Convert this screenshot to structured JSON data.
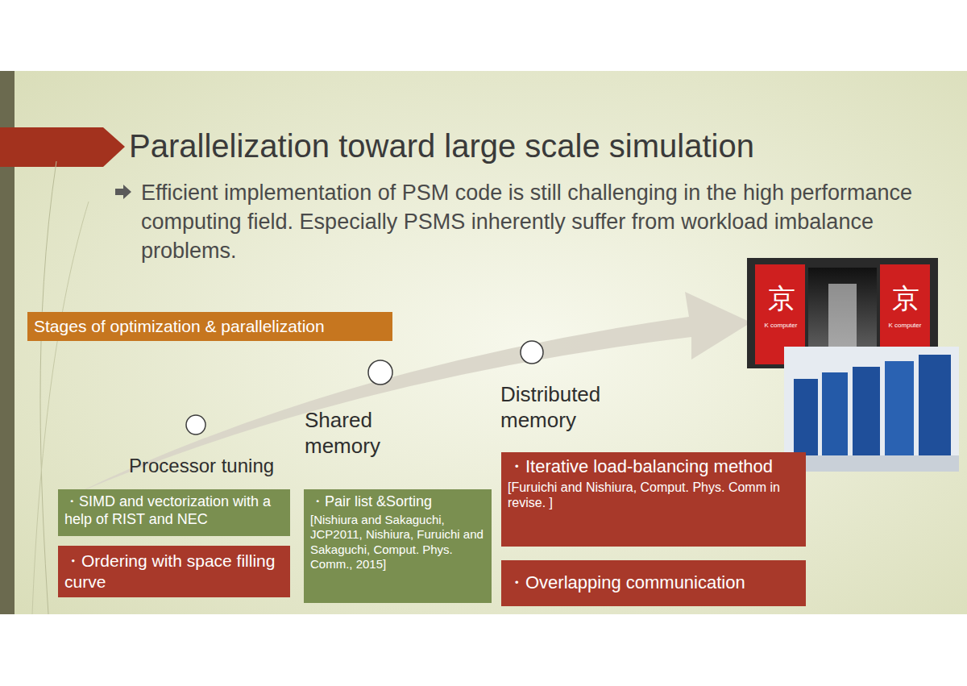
{
  "diagram": {
    "title": "Parallelization toward large scale simulation",
    "nodes": [
      {
        "text": [
          "Stages of optimization & parallelization"
        ]
      },
      {
        "text": [
          "・SIMD and vectorization with a help of RIST and NEC"
        ]
      },
      {
        "text": [
          "・Ordering with space filling curve"
        ]
      },
      {
        "text": [
          "・Pair list &Sorting",
          "[Nishiura and Sakaguchi, JCP2011, Nishiura, Furuichi and Sakaguchi, Comput. Phys. Comm., 2015]"
        ]
      },
      {
        "text": [
          "・Iterative load-balancing method",
          "[Furuichi and Nishiura, Comput. Phys. Comm in revise. ]"
        ]
      },
      {
        "text": [
          "・Overlapping communication"
        ]
      }
    ],
    "labels": [
      "Efficient implementation of PSM code is still challenging in the high performance computing field. Especially PSMS inherently suffer from workload imbalance problems.",
      "Processor tuning",
      "Shared memory",
      "Distributed memory",
      "京",
      "京",
      "K computer",
      "K computer"
    ]
  }
}
